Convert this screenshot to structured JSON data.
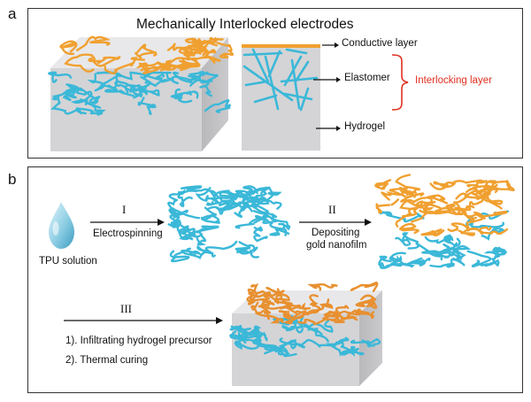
{
  "panel_a": {
    "letter": "a",
    "title": "Mechanically Interlocked electrodes",
    "labels": {
      "conductive": "Conductive layer",
      "elastomer": "Elastomer",
      "interlocking": "Interlocking layer",
      "hydrogel": "Hydrogel"
    }
  },
  "panel_b": {
    "letter": "b",
    "step1": {
      "numeral": "I",
      "label": "Electrospinning"
    },
    "step2": {
      "numeral": "II",
      "label_line1": "Depositing",
      "label_line2": "gold nanofilm"
    },
    "start_label": "TPU solution",
    "step3": {
      "numeral": "III",
      "line1": "1). Infiltrating hydrogel precursor",
      "line2": "2). Thermal curing"
    }
  },
  "colors": {
    "fiber_blue": "#3bb8d8",
    "fiber_gold": "#f0a030",
    "hydrogel_gray": "#d4d4d6",
    "interlock_red": "#e03020",
    "panel_border": "#333333"
  }
}
